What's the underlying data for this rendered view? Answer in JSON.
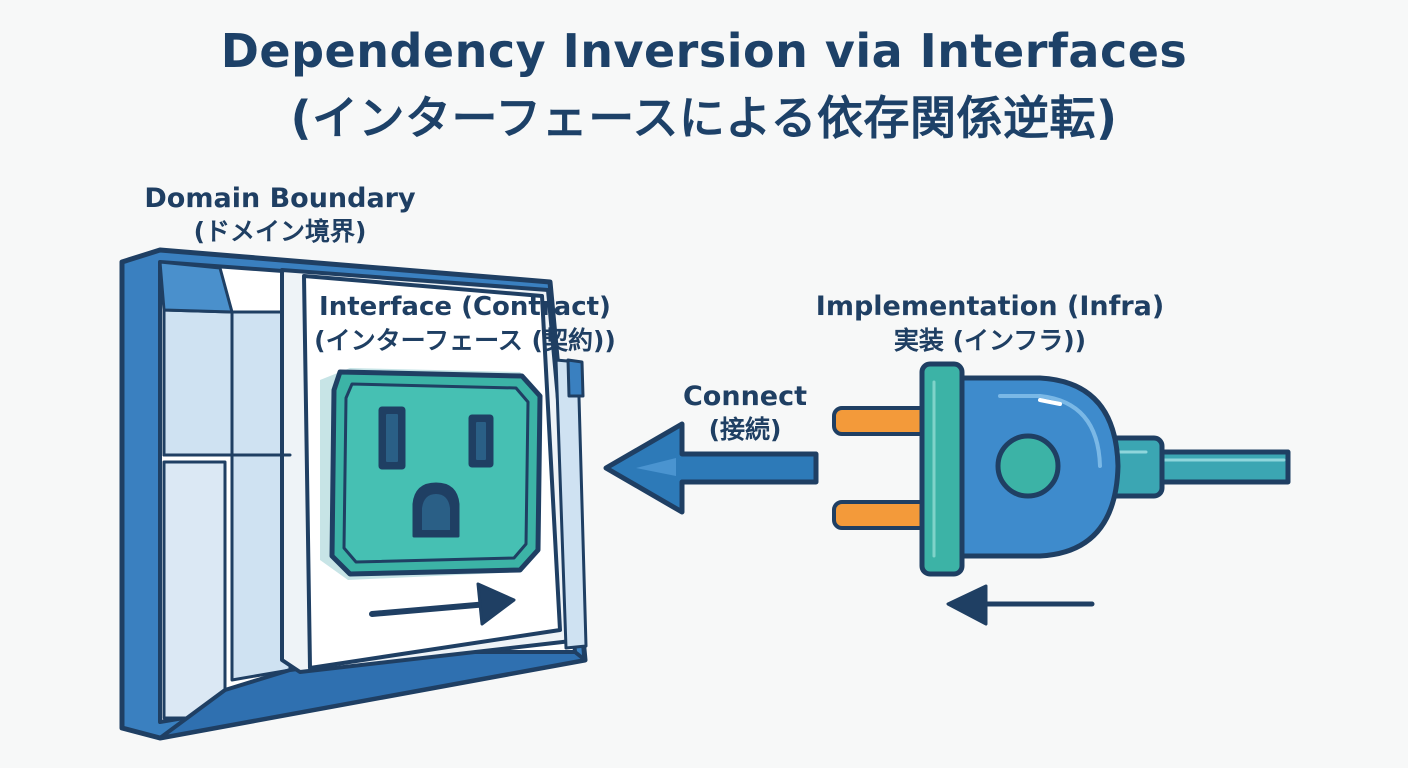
{
  "title": {
    "line1": "Dependency Inversion via Interfaces",
    "line2": "(インターフェースによる依存関係逆転)"
  },
  "labels": {
    "domain": {
      "main": "Domain Boundary",
      "sub": "(ドメイン境界)"
    },
    "interface": {
      "main": "Interface (Contract)",
      "sub": "(インターフェース (契約))"
    },
    "implementation": {
      "main": "Implementation (Infra)",
      "sub": "実装 (インフラ))"
    },
    "connect": {
      "main": "Connect",
      "sub": "(接続)"
    }
  },
  "icons": {
    "domain": "wall-panel-icon",
    "interface": "power-socket-icon",
    "implementation": "power-plug-icon",
    "connect": "left-arrow-icon"
  },
  "colors": {
    "outline": "#1f3f63",
    "wall_blue": "#3a80c0",
    "wall_light": "#cfe2f2",
    "socket_teal": "#3cb3a6",
    "plug_blue": "#3e8bcc",
    "prong_orange": "#f39a3a",
    "cable_teal": "#3ba6b3",
    "arrow_blue": "#2d7ab8"
  }
}
